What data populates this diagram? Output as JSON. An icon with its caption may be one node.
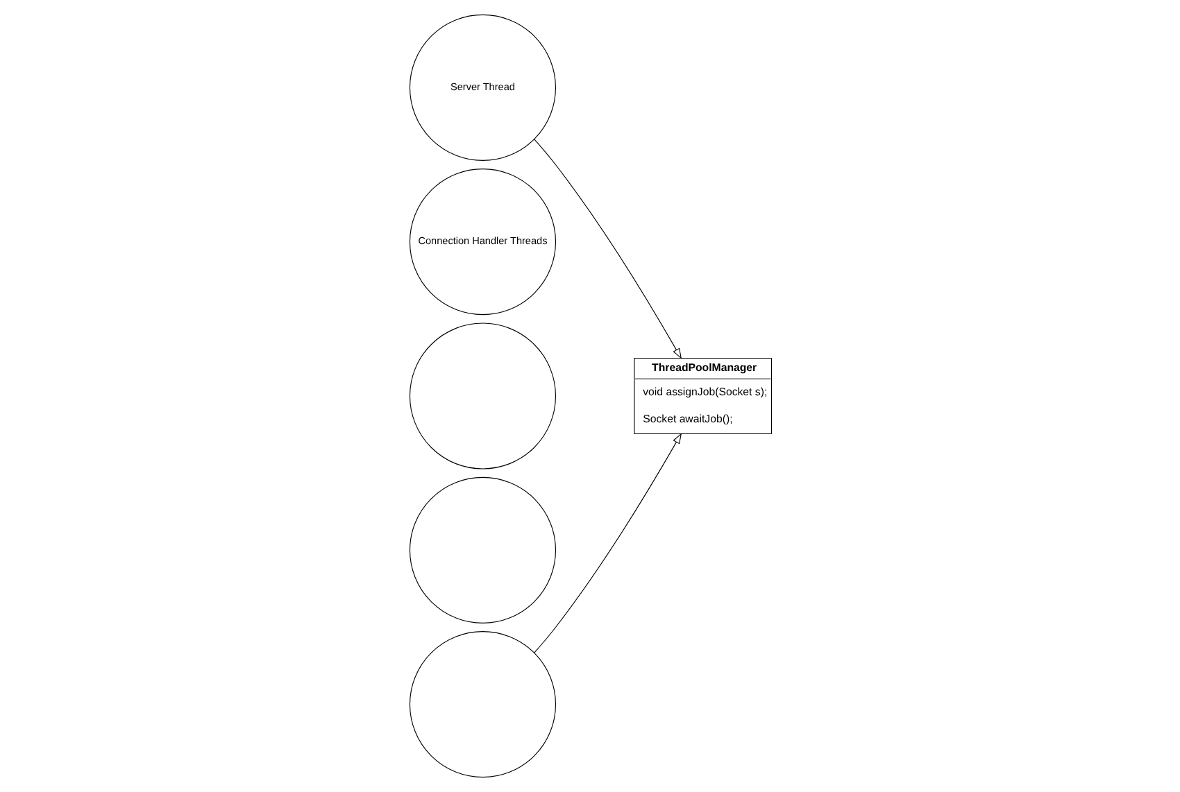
{
  "diagram": {
    "nodes": [
      {
        "text": [
          "Server Thread"
        ]
      },
      {
        "text": [
          "Connection Handler Threads"
        ]
      },
      {
        "text": [],
        "shape": "circle"
      },
      {
        "text": [],
        "shape": "circle"
      },
      {
        "text": [],
        "shape": "circle"
      },
      {
        "text": [
          "ThreadPoolManager",
          "void assignJob(Socket s);",
          "Socket awaitJob();"
        ]
      }
    ],
    "edges": [
      {
        "from": 0,
        "to": 5,
        "arrow": "to"
      },
      {
        "from": 4,
        "to": 5,
        "arrow": "to"
      }
    ]
  }
}
